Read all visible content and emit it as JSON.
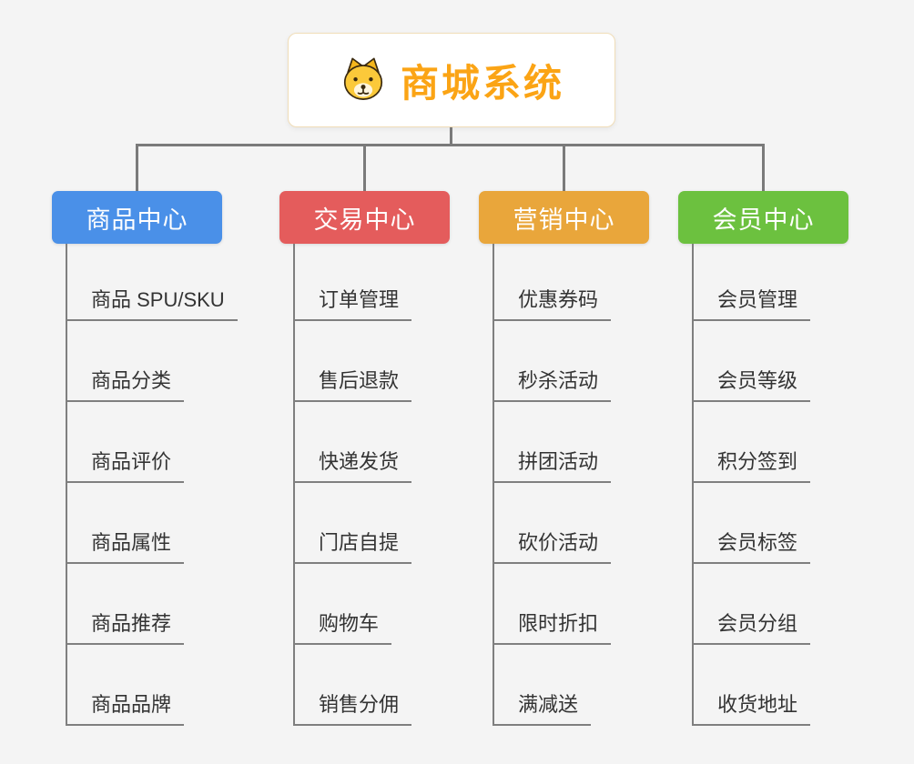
{
  "root": {
    "title": "商城系统",
    "title_color": "#FBA415",
    "icon": "dog-icon"
  },
  "branches": [
    {
      "label": "商品中心",
      "color": "#4A90E8",
      "children": [
        "商品 SPU/SKU",
        "商品分类",
        "商品评价",
        "商品属性",
        "商品推荐",
        "商品品牌"
      ]
    },
    {
      "label": "交易中心",
      "color": "#E45C5C",
      "children": [
        "订单管理",
        "售后退款",
        "快递发货",
        "门店自提",
        "购物车",
        "销售分佣"
      ]
    },
    {
      "label": "营销中心",
      "color": "#E9A63B",
      "children": [
        "优惠券码",
        "秒杀活动",
        "拼团活动",
        "砍价活动",
        "限时折扣",
        "满减送"
      ]
    },
    {
      "label": "会员中心",
      "color": "#6CC13F",
      "children": [
        "会员管理",
        "会员等级",
        "积分签到",
        "会员标签",
        "会员分组",
        "收货地址"
      ]
    }
  ]
}
